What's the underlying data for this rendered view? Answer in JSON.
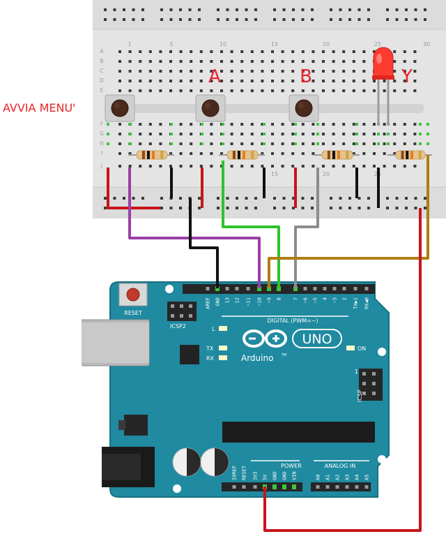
{
  "labels": {
    "menu": "AVVIA MENU'",
    "button_a": "A",
    "button_b": "B",
    "button_y": "Y"
  },
  "breadboard": {
    "col_numbers_top": [
      "1",
      "5",
      "10",
      "15",
      "20",
      "25",
      "30"
    ],
    "col_numbers_mid": [
      "15",
      "20",
      "25"
    ],
    "row_letters_top": [
      "A",
      "B",
      "C",
      "D",
      "E"
    ],
    "row_letters_bottom": [
      "F",
      "G",
      "H",
      "I",
      "J"
    ]
  },
  "arduino": {
    "reset_label": "RESET",
    "icsp2_label": "ICSP2",
    "icsp_label": "ICSP",
    "icsp_pin1": "1",
    "l_label": "L",
    "tx_label": "TX",
    "rx_label": "RX",
    "on_label": "ON",
    "uno_label": "UNO",
    "brand_label": "Arduino",
    "tm_label": "TM",
    "digital_label": "DIGITAL (PWM=~)",
    "power_label": "POWER",
    "analog_label": "ANALOG IN",
    "digital_pins": [
      "AREF",
      "GND",
      "13",
      "12",
      "~11",
      "~10",
      "~9",
      "8",
      "7",
      "~6",
      "~5",
      "4",
      "~3",
      "2",
      "TX▶1",
      "RX◀0"
    ],
    "power_pins": [
      "IOREF",
      "RESET",
      "3V3",
      "5V",
      "GND",
      "GND",
      "VIN"
    ],
    "analog_pins": [
      "A0",
      "A1",
      "A2",
      "A3",
      "A4",
      "A5"
    ]
  },
  "colors": {
    "board_teal": "#1f8aa0",
    "wire_red": "#c8141a",
    "wire_purple": "#9b3fa6",
    "wire_black": "#111111",
    "wire_green": "#2fc22f",
    "wire_gray": "#8c8c8c",
    "wire_brown": "#b07d12",
    "led_red": "#ff3b30"
  }
}
